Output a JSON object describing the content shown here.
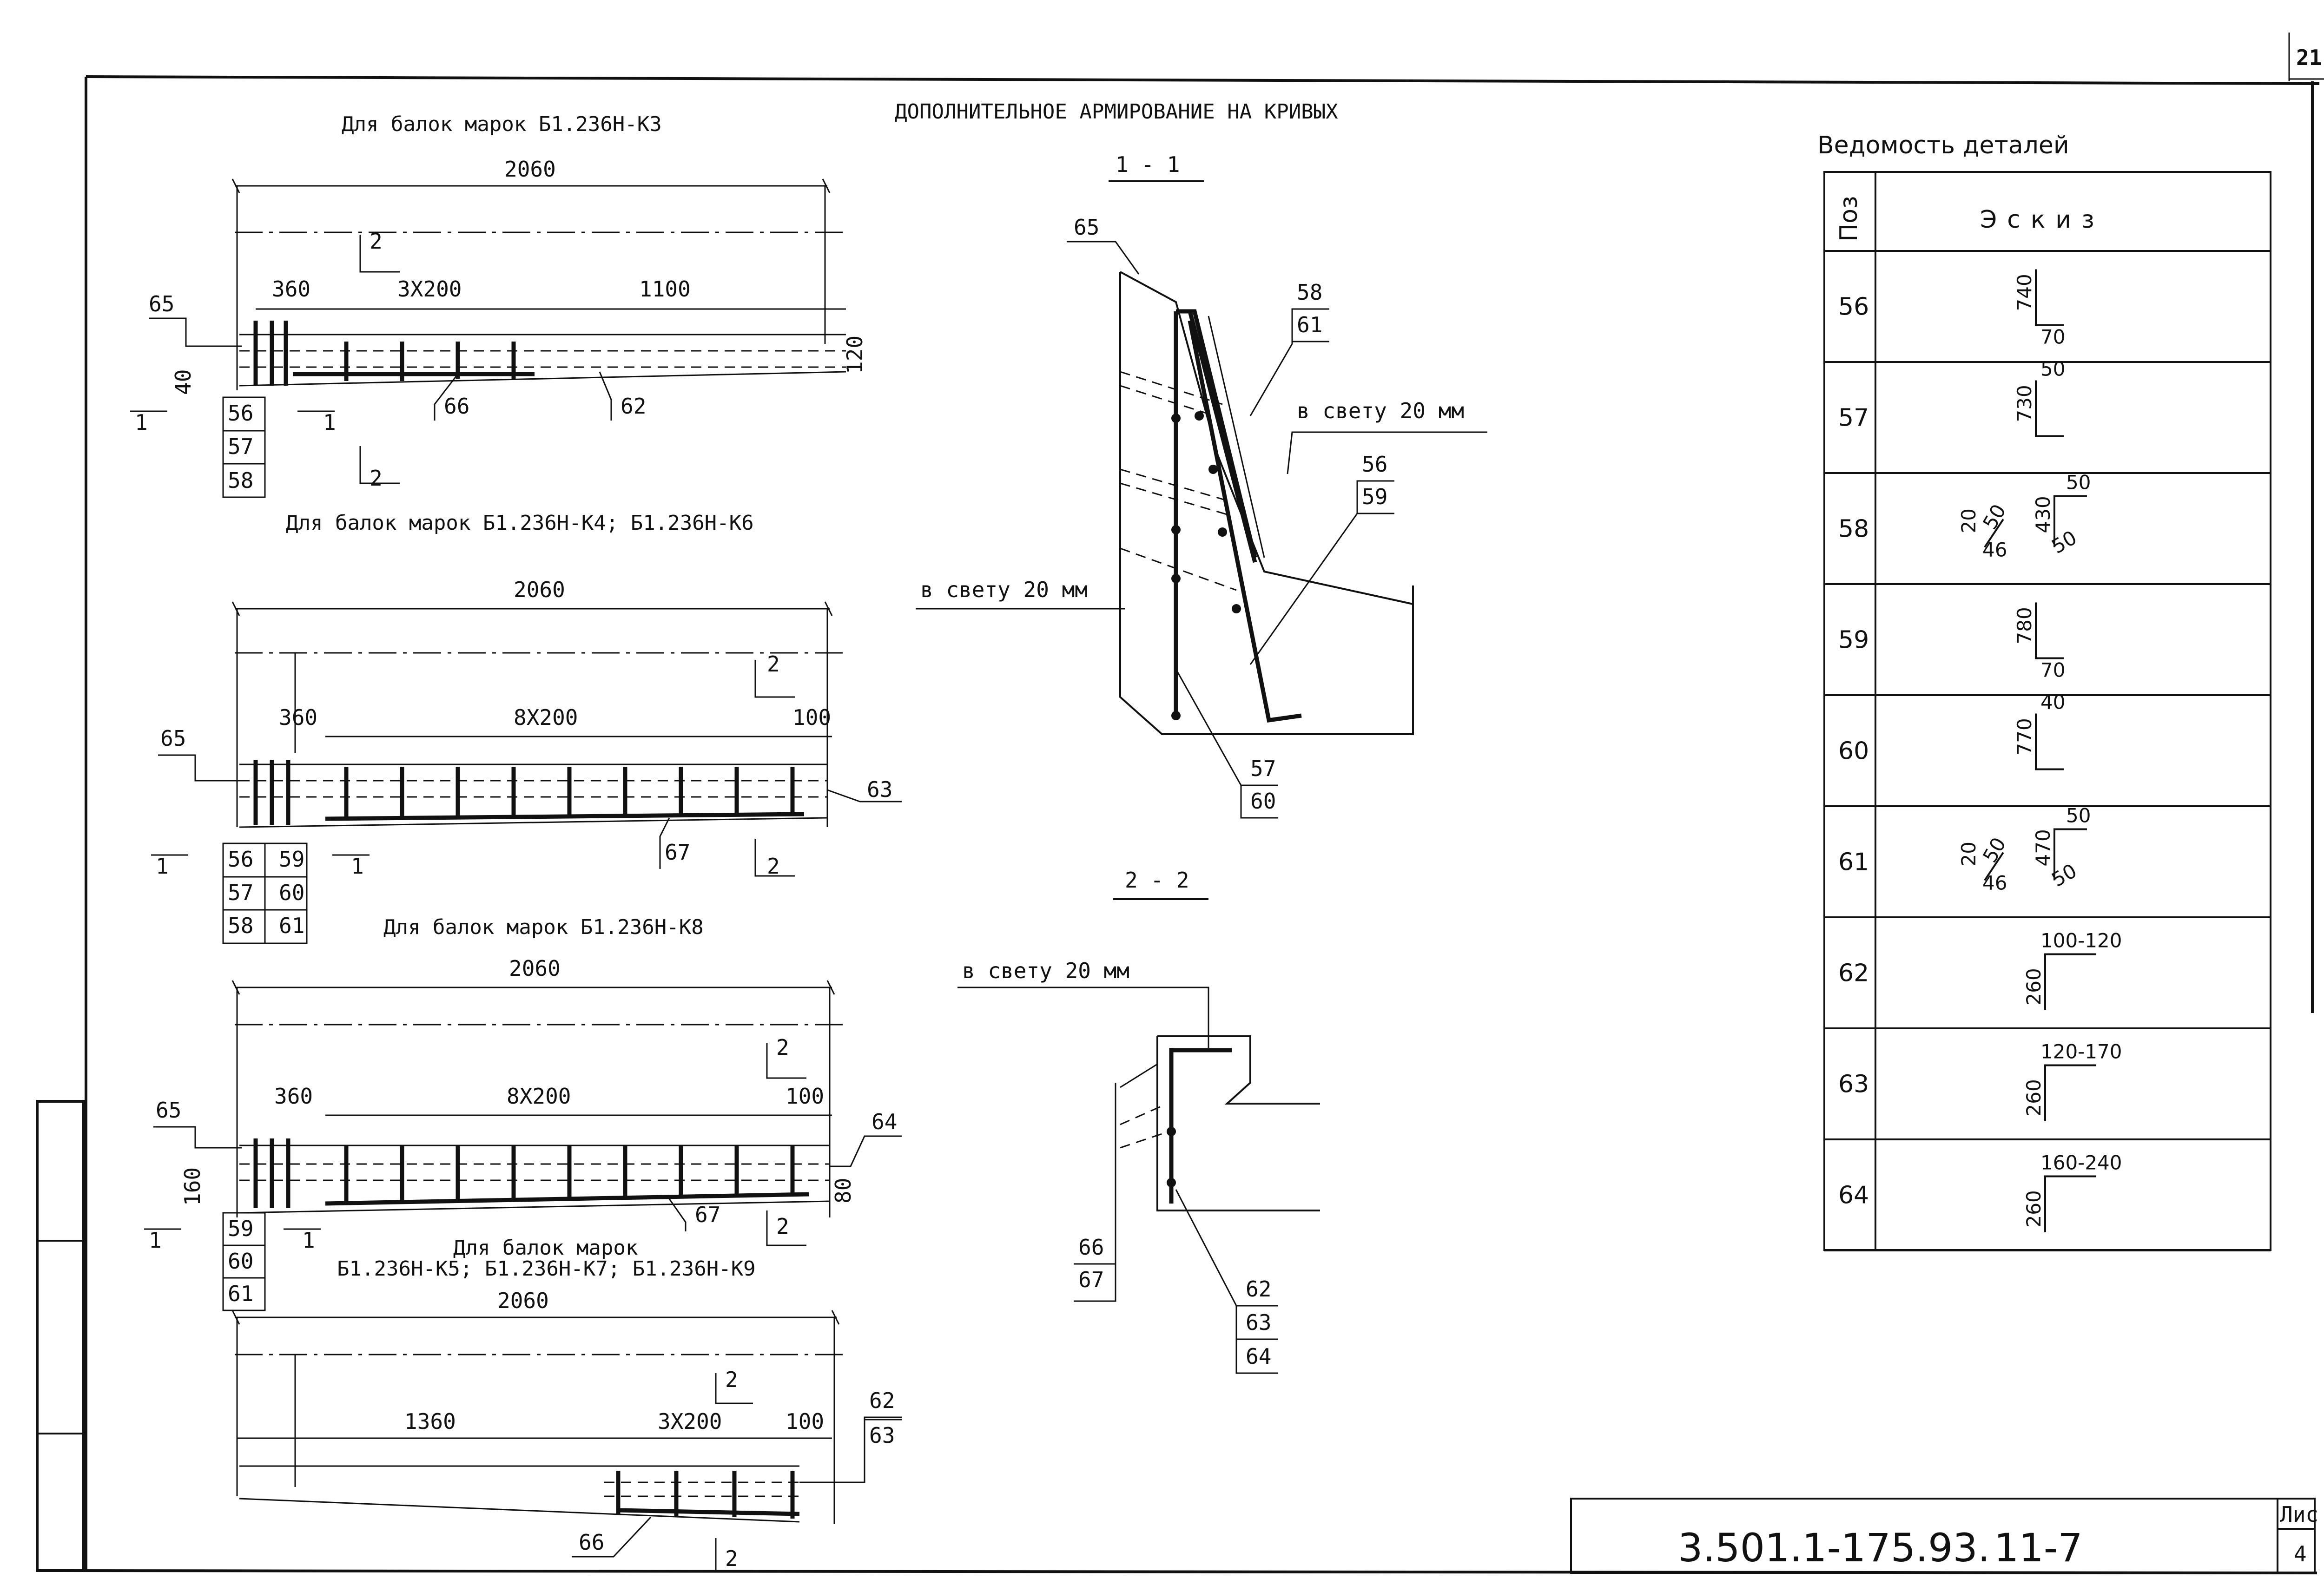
{
  "sheet": {
    "sheet_number": "21",
    "main_title": "ДОПОЛНИТЕЛЬНОЕ АРМИРОВАНИЕ НА КРИВЫХ",
    "stamp_code": "3.501.1-175.93.",
    "stamp_sheet": "11-7",
    "stamp_list_label": "Лис",
    "stamp_list_value": "4"
  },
  "views": [
    {
      "title": "Для балок марок Б1.236Н-К3",
      "dims": [
        "2060",
        "360",
        "3X200",
        "1100",
        "120",
        "40"
      ],
      "marks": [
        "65",
        "66",
        "62",
        "56",
        "57",
        "58"
      ],
      "cut_marks": [
        "1",
        "1",
        "2",
        "2"
      ]
    },
    {
      "title": "Для балок марок Б1.236Н-К4; Б1.236Н-К6",
      "dims": [
        "2060",
        "360",
        "8X200",
        "100"
      ],
      "marks": [
        "65",
        "63",
        "67",
        "56",
        "57",
        "58",
        "59",
        "60",
        "61"
      ],
      "cut_marks": [
        "1",
        "1",
        "2",
        "2"
      ]
    },
    {
      "title": "Для балок марок Б1.236Н-К8",
      "dims": [
        "2060",
        "360",
        "8X200",
        "100",
        "160",
        "80"
      ],
      "marks": [
        "65",
        "64",
        "67",
        "59",
        "60",
        "61"
      ],
      "cut_marks": [
        "1",
        "1",
        "2",
        "2"
      ]
    },
    {
      "title_line1": "Для балок марок",
      "title_line2": "Б1.236Н-К5;  Б1.236Н-К7; Б1.236Н-К9",
      "dims": [
        "2060",
        "1360",
        "3X200",
        "100"
      ],
      "marks": [
        "62",
        "63",
        "66"
      ],
      "cut_marks": [
        "2",
        "2"
      ]
    }
  ],
  "section_1_1": {
    "title": "1 - 1",
    "clear_label_1": "в свету 20 мм",
    "clear_label_2": "в свету 20 мм",
    "marks": [
      "65",
      "58",
      "61",
      "56",
      "59",
      "57",
      "60"
    ]
  },
  "section_2_2": {
    "title": "2 - 2",
    "clear_label": "в свету 20 мм",
    "marks": [
      "66",
      "67",
      "62",
      "63",
      "64"
    ]
  },
  "schedule": {
    "title": "Ведомость деталей",
    "col_pos": "Поз",
    "col_sketch": "Эскиз",
    "rows": [
      {
        "pos": "56",
        "vals": [
          "740",
          "70"
        ]
      },
      {
        "pos": "57",
        "vals": [
          "730",
          "50"
        ]
      },
      {
        "pos": "58",
        "vals": [
          "20",
          "50",
          "46",
          "430",
          "50",
          "50"
        ]
      },
      {
        "pos": "59",
        "vals": [
          "780",
          "70"
        ]
      },
      {
        "pos": "60",
        "vals": [
          "770",
          "40"
        ]
      },
      {
        "pos": "61",
        "vals": [
          "20",
          "50",
          "46",
          "470",
          "50",
          "50"
        ]
      },
      {
        "pos": "62",
        "vals": [
          "260",
          "100-120"
        ]
      },
      {
        "pos": "63",
        "vals": [
          "260",
          "120-170"
        ]
      },
      {
        "pos": "64",
        "vals": [
          "260",
          "160-240"
        ]
      }
    ]
  }
}
